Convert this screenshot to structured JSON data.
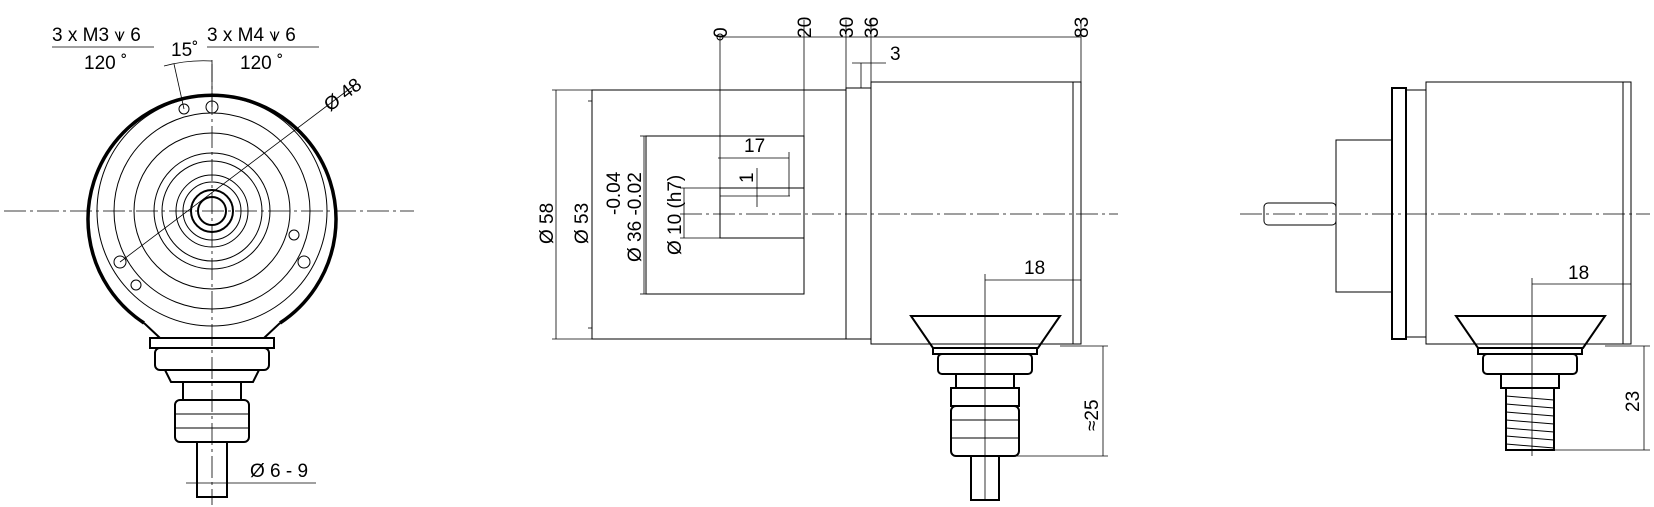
{
  "front_view": {
    "hole_m3_line1": "3 x M3 ⩛ 6",
    "hole_m3_line2": "120 ˚",
    "hole_m4_line1": "3 x M4 ⩛ 6",
    "hole_m4_line2": "120 ˚",
    "angle_label": "15˚",
    "diameter_48": "Ø 48",
    "cable_diameter": "Ø 6 - 9"
  },
  "side_view": {
    "ruler": [
      "0",
      "20",
      "30",
      "36",
      "83"
    ],
    "dim_3": "3",
    "dim_17": "17",
    "dim_1": "1",
    "dia_58": "Ø 58",
    "dia_53": "Ø 53",
    "tol_upper": "-0.04",
    "dia_36": "Ø 36 -0.02",
    "dia_10": "Ø 10 (h7)",
    "dim_18": "18",
    "dim_approx_25": "≈25"
  },
  "connector_view": {
    "dim_18": "18",
    "dim_23": "23"
  }
}
